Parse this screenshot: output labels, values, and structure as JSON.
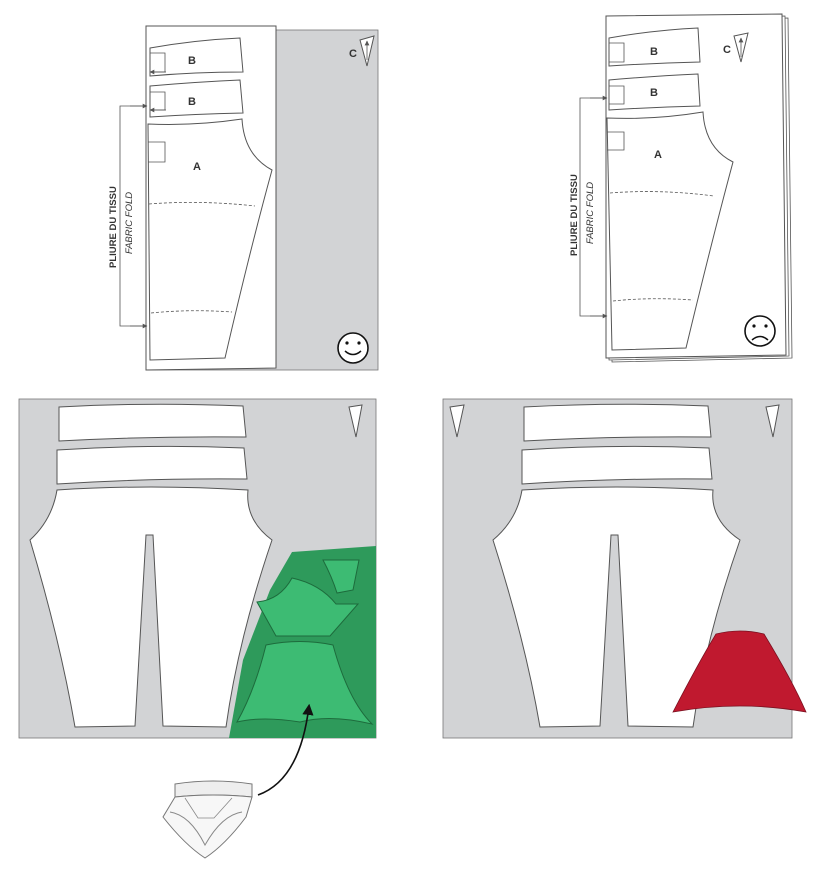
{
  "labels": {
    "piece_a": "A",
    "piece_b": "B",
    "piece_c": "C",
    "fold_fr": "PLIURE DU TISSU",
    "fold_en": "FABRIC FOLD"
  },
  "icons": {
    "good": "smiley-face-icon",
    "bad": "frowning-face-icon",
    "garment": "briefs-garment-icon"
  },
  "colors": {
    "fabric": "#d2d3d5",
    "outline": "#555555",
    "scrap_green_dark": "#2e9a5b",
    "scrap_green_light": "#3dbb73",
    "scrap_red": "#c0192f"
  }
}
